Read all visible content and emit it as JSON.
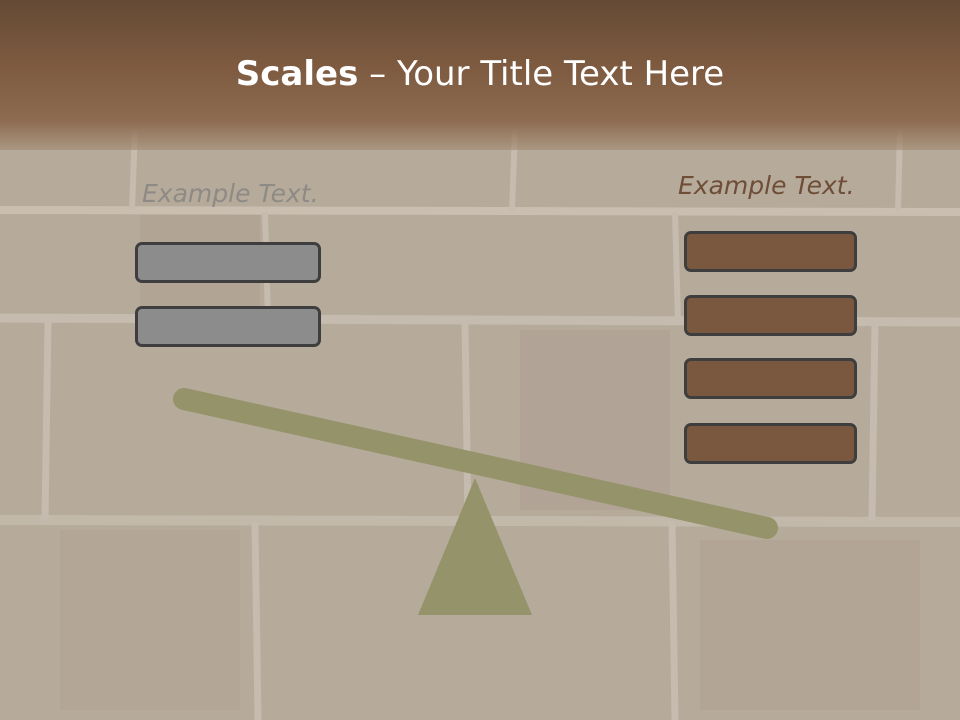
{
  "title": {
    "bold": "Scales",
    "rest": " – Your Title Text Here"
  },
  "left_side": {
    "label": "Example Text.",
    "box_count": 2,
    "box_color": "#8c8c8c"
  },
  "right_side": {
    "label": "Example Text.",
    "box_count": 4,
    "box_color": "#7a5840"
  },
  "scale": {
    "color": "#959369",
    "tilt": "down-right"
  },
  "colors": {
    "header": "#7e5b40",
    "background": "stone-brick-wall"
  }
}
